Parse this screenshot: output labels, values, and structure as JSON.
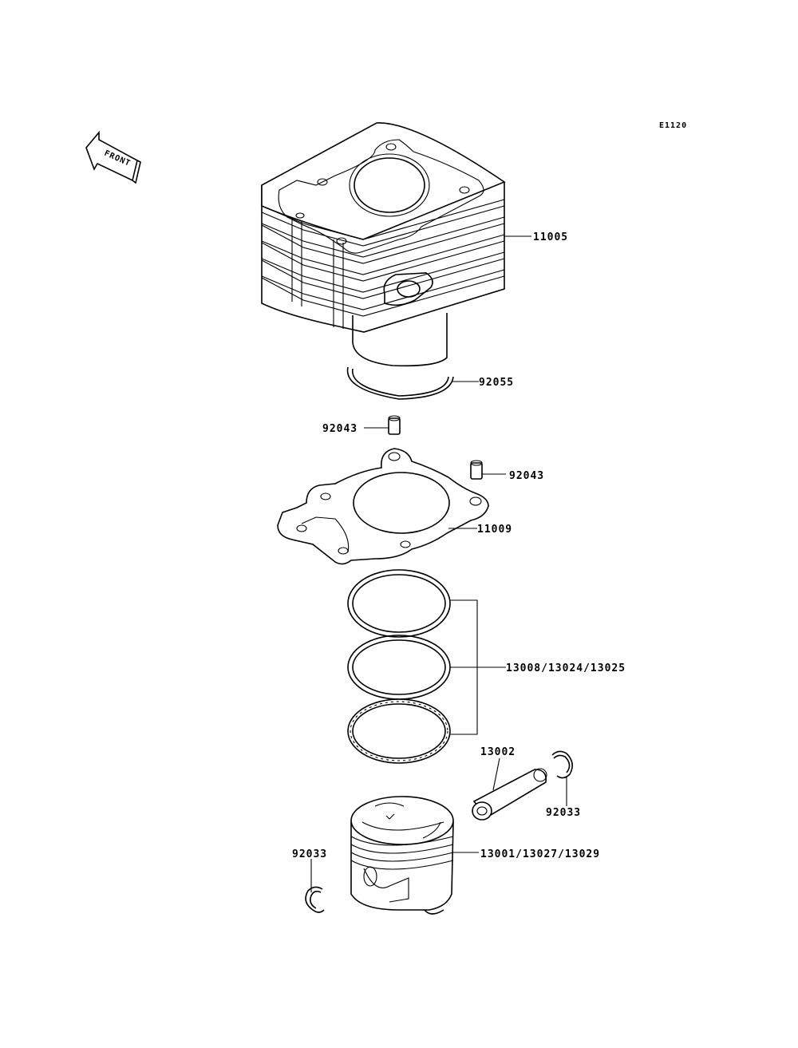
{
  "diagram": {
    "code": "E1120",
    "front_label": "FRONT",
    "parts": {
      "cylinder": "11005",
      "o_ring": "92055",
      "dowel_pin_left": "92043",
      "dowel_pin_right": "92043",
      "gasket": "11009",
      "ring_set": "13008/13024/13025",
      "piston_pin": "13002",
      "circlip_right": "92033",
      "circlip_left": "92033",
      "piston": "13001/13027/13029"
    }
  }
}
